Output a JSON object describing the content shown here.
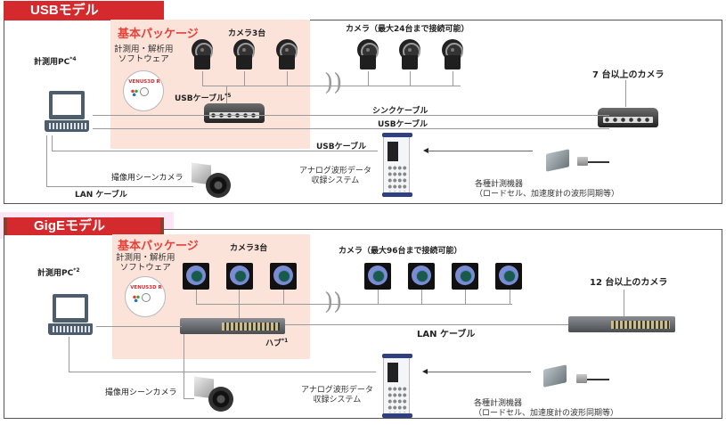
{
  "usb_model": {
    "tab_label": "USBモデル",
    "package_title": "基本パッケージ",
    "software_label": [
      "計測用・解析用",
      "ソフトウェア"
    ],
    "cd_brand": "VENUS3D R",
    "pc_label": "計測用PC",
    "pc_note": "*4",
    "cameras3_label": "カメラ3台",
    "cameras_more_label": "カメラ（最大24台まで接続可能）",
    "cameras_7plus_label": "7 台以上のカメラ",
    "usb_cable_pkg_label": "USBケーブル",
    "usb_cable_pkg_note": "*5",
    "sync_cable_label": "シンクケーブル",
    "usb_cable_label": "USBケーブル",
    "usb_cable_daq_label": "USBケーブル",
    "daq_label": [
      "アナログ波形データ",
      "収録システム"
    ],
    "scene_camera_label": "撮像用シーンカメラ",
    "lan_cable_label": "LAN ケーブル",
    "instruments_label": [
      "各種計測機器",
      "（ロードセル、加速度計の波形同期等）"
    ],
    "camera_icons": [
      "usb-camera",
      "usb-camera",
      "usb-camera",
      "usb-camera",
      "usb-camera",
      "usb-camera"
    ]
  },
  "gige_model": {
    "tab_label": "GigEモデル",
    "package_title": "基本パッケージ",
    "software_label": [
      "計測用・解析用",
      "ソフトウェア"
    ],
    "cd_brand": "VENUS3D R",
    "pc_label": "計測用PC",
    "pc_note": "*2",
    "cameras3_label": "カメラ3台",
    "cameras_more_label": "カメラ（最大96台まで接続可能）",
    "cameras_12plus_label": "12 台以上のカメラ",
    "hub_label": "ハブ",
    "hub_note": "*1",
    "lan_cable_label": "LAN ケーブル",
    "daq_label": [
      "アナログ波形データ",
      "収録システム"
    ],
    "scene_camera_label": "撮像用シーンカメラ",
    "instruments_label": [
      "各種計測機器",
      "（ロードセル、加速度計の波形同期等）"
    ],
    "camera_icons": [
      "gige-camera",
      "gige-camera",
      "gige-camera",
      "gige-camera",
      "gige-camera",
      "gige-camera",
      "gige-camera"
    ]
  },
  "colors": {
    "tab_red": "#d42a2e",
    "package_bg": "#fbe3da",
    "package_title": "#e8413a",
    "line_gray": "#9a9a9a"
  }
}
